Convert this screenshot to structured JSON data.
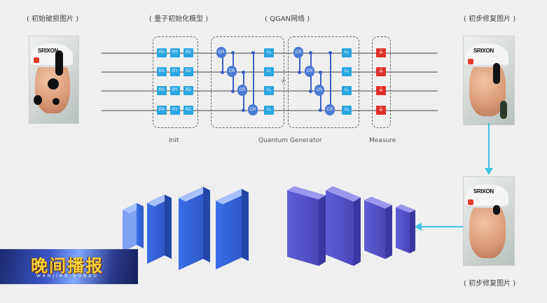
{
  "labels": {
    "damaged_image": "( 初始破损图片 )",
    "init_model": "( 量子初始化模型 )",
    "qgan_network": "( QGAN网络 )",
    "initial_repair_top": "( 初步修复图片 )",
    "initial_repair_bottom": "( 初步修复图片 )",
    "init": "Init",
    "quantum_generator": "Quantum Generator",
    "measure": "Measure",
    "ellipsis": "·/·"
  },
  "gates": {
    "init_row": [
      "RX",
      "RY",
      "RZ"
    ],
    "cr": "CR",
    "u": "U₃"
  },
  "photo": {
    "cap_brand": "SRIXON"
  },
  "news_logo": {
    "title": "晚间播报",
    "subtitle": "WANJIAN BOBAO"
  },
  "colors": {
    "gate_blue": "#2aa6e0",
    "cr_blue": "#4a7bd4",
    "measure_red": "#e0302a",
    "arrow_cyan": "#3ec4e2",
    "block_blue": "#3f6be0",
    "block_violet": "#5a55c8"
  }
}
